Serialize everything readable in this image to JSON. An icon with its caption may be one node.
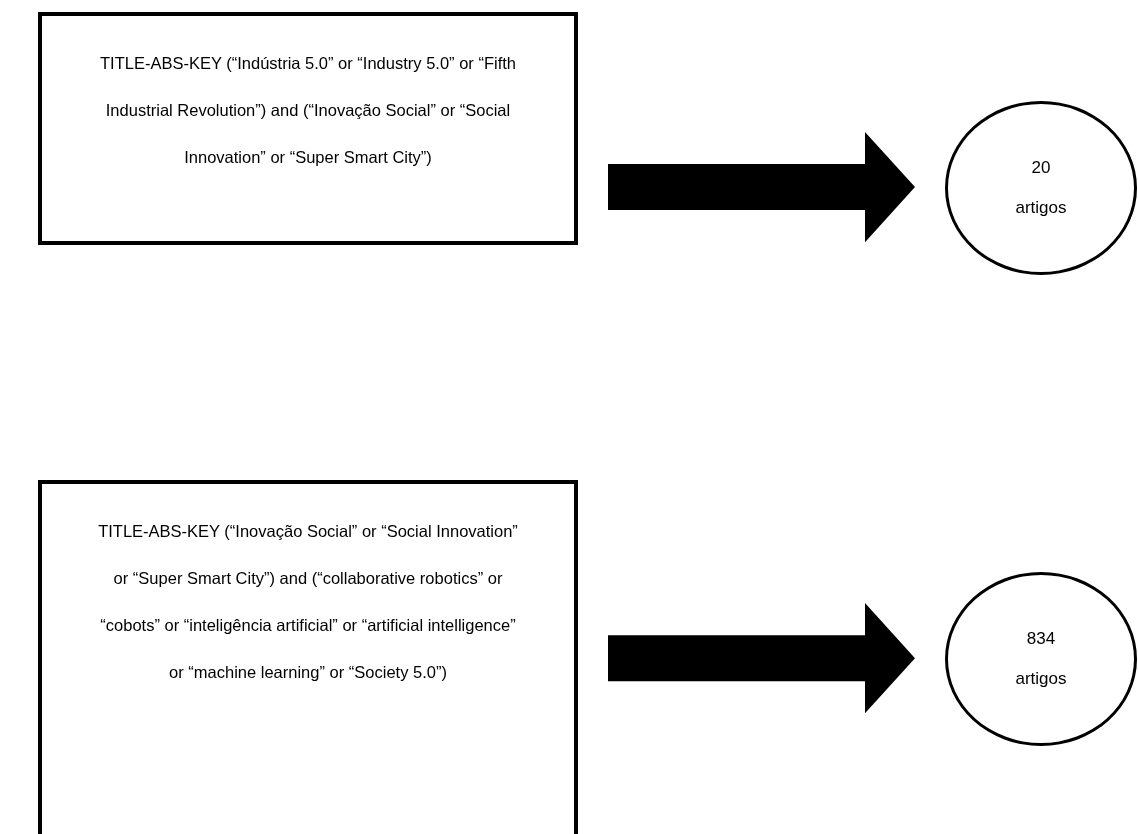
{
  "diagram": {
    "nodes": [
      {
        "text": [
          "TITLE-ABS-KEY (“Indústria 5.0” or “Industry 5.0” or “Fifth Industrial Revolution”) and (“Inovação Social” or “Social Innovation” or “Super Smart City”)"
        ]
      },
      {
        "text": [
          "20 artigos"
        ]
      },
      {
        "text": [
          "TITLE-ABS-KEY (“Inovação Social” or “Social Innovation” or “Super Smart City”) and (“collaborative robotics” or “cobots” or “inteligência artificial” or “artificial intelligence” or “machine learning” or “Society 5.0”)"
        ]
      },
      {
        "text": [
          "834 artigos"
        ]
      }
    ],
    "edges": [
      {
        "from": 0,
        "to": 1,
        "arrow": "to",
        "style": "thick"
      },
      {
        "from": 2,
        "to": 3,
        "arrow": "to",
        "style": "thick"
      }
    ]
  }
}
